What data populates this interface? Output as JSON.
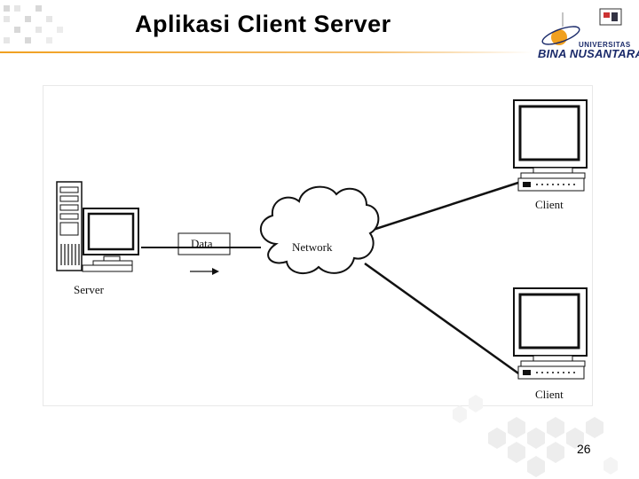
{
  "slide": {
    "title": "Aplikasi Client Server",
    "page_number": "26"
  },
  "logo": {
    "line1": "UNIVERSITAS",
    "line2": "BINA NUSANTARA"
  },
  "diagram": {
    "server_label": "Server",
    "data_label": "Data",
    "network_label": "Network",
    "client_top_label": "Client",
    "client_bottom_label": "Client"
  },
  "colors": {
    "accent": "#f0a020",
    "logo_blue": "#1a2a6a",
    "decor_gray": "#d8d8d8"
  }
}
